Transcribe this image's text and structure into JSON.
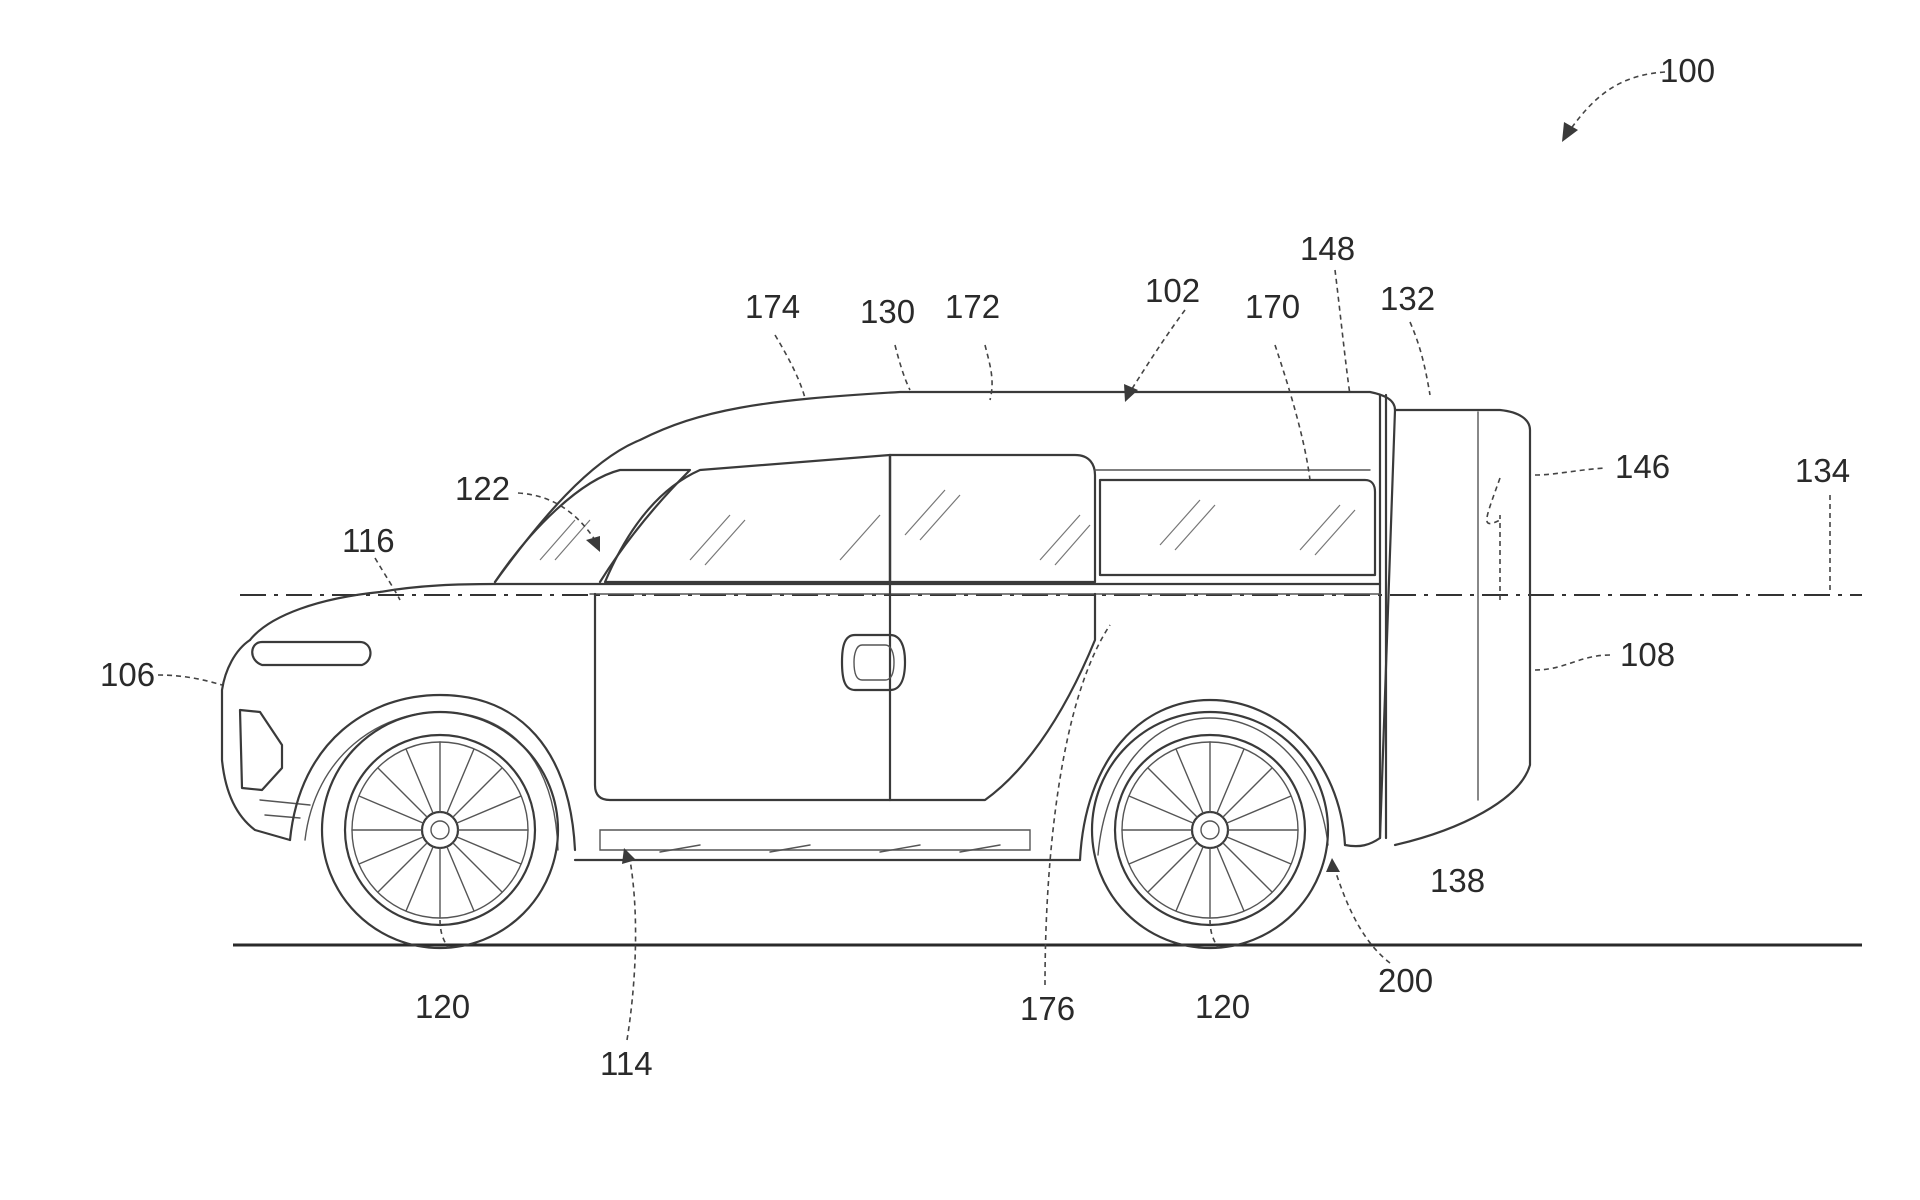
{
  "figure": {
    "reference_numerals": [
      "100",
      "102",
      "106",
      "108",
      "114",
      "116",
      "120",
      "120",
      "122",
      "130",
      "132",
      "134",
      "138",
      "146",
      "148",
      "170",
      "172",
      "174",
      "176",
      "200"
    ],
    "labels": {
      "n100": "100",
      "n102": "102",
      "n106": "106",
      "n108": "108",
      "n114": "114",
      "n116": "116",
      "n120_front": "120",
      "n120_rear": "120",
      "n122": "122",
      "n130": "130",
      "n132": "132",
      "n134": "134",
      "n138": "138",
      "n146": "146",
      "n148": "148",
      "n170": "170",
      "n172": "172",
      "n174": "174",
      "n176": "176",
      "n200": "200"
    },
    "line_color": "#3a3a3a",
    "background": "#ffffff"
  }
}
